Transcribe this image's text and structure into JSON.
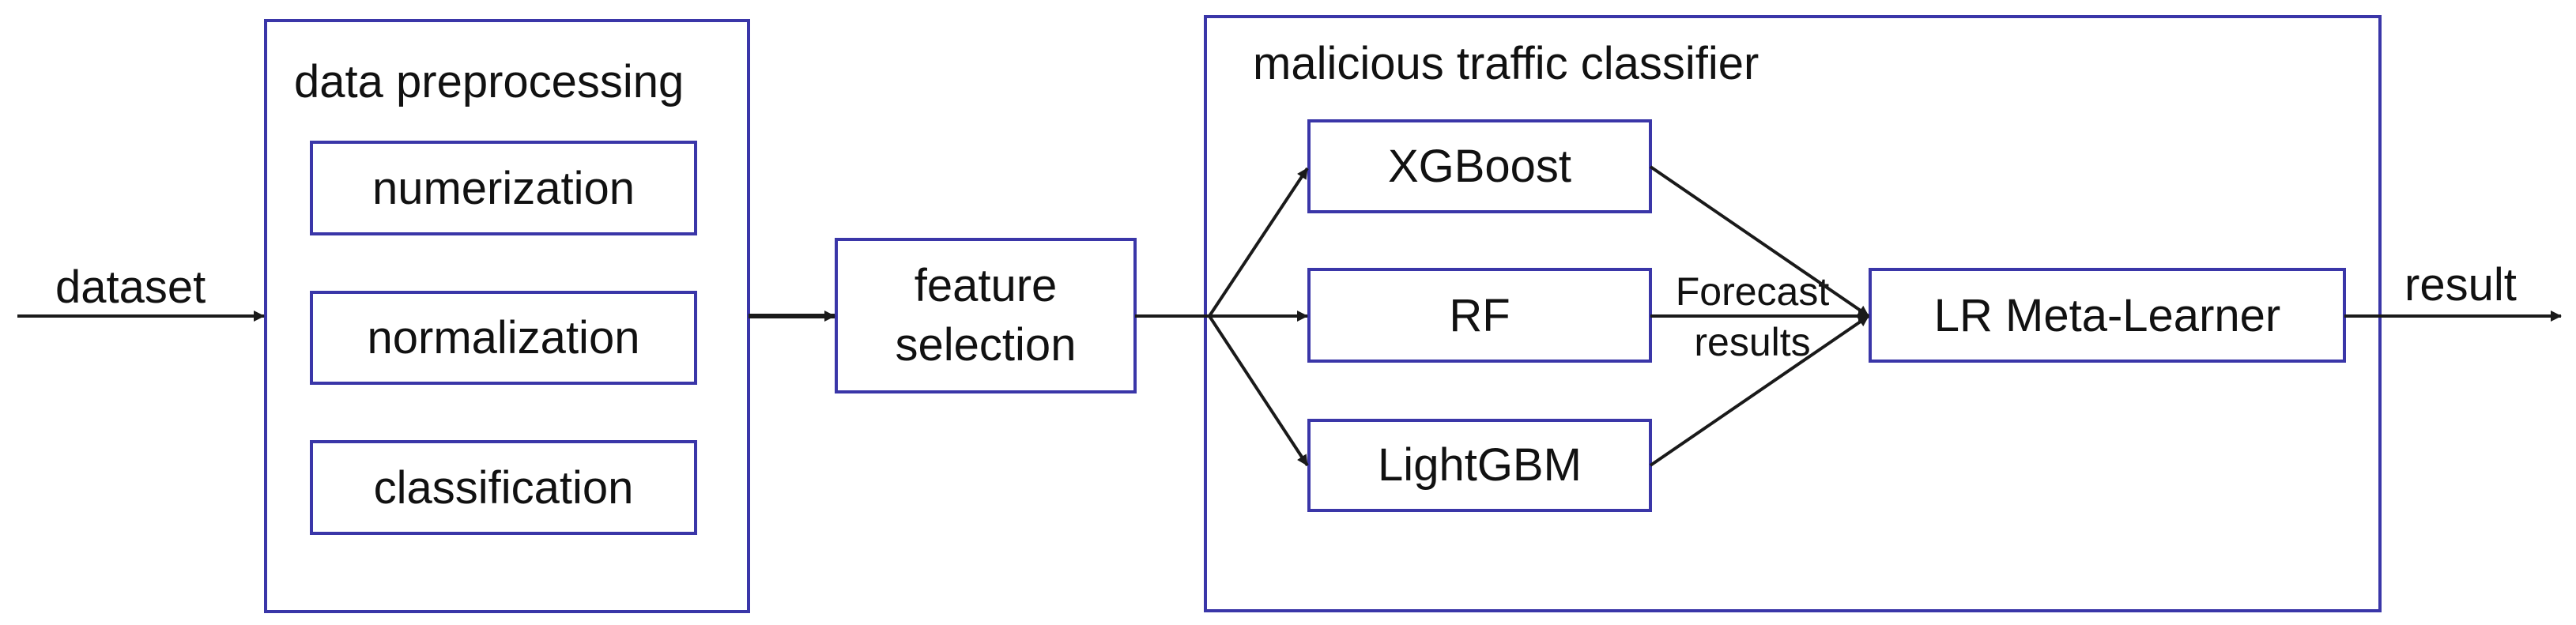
{
  "colors": {
    "box_stroke": "#3a36a8",
    "arrow": "#1a1a1a",
    "text": "#111111"
  },
  "input_label": "dataset",
  "output_label": "result",
  "preprocessing": {
    "title": "data preprocessing",
    "steps": [
      "numerization",
      "normalization",
      "classification"
    ]
  },
  "feature_selection": {
    "line1": "feature",
    "line2": "selection"
  },
  "classifier": {
    "title": "malicious traffic classifier",
    "base_models": [
      "XGBoost",
      "RF",
      "LightGBM"
    ],
    "forecast_label_line1": "Forecast",
    "forecast_label_line2": "results",
    "meta_learner": "LR Meta-Learner"
  }
}
